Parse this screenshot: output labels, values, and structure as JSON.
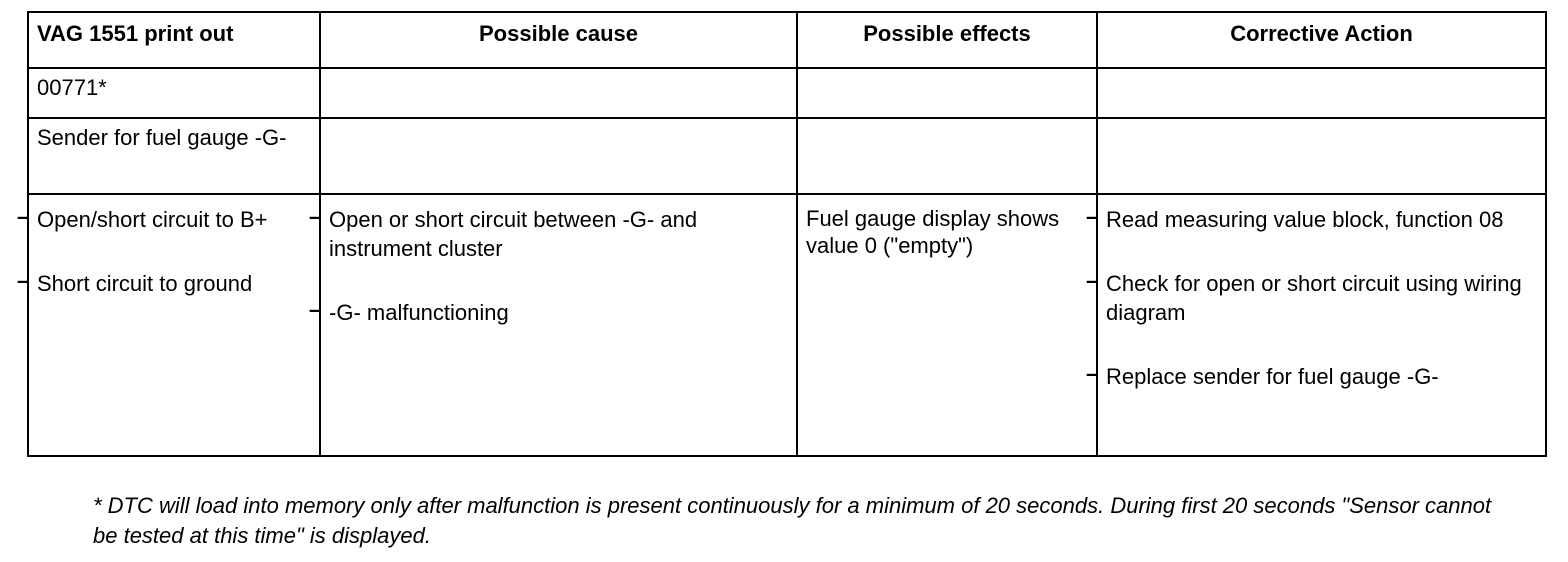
{
  "table": {
    "headers": {
      "printout": "VAG 1551 print out",
      "cause": "Possible cause",
      "effects": "Possible effects",
      "action": "Corrective Action"
    },
    "code": "00771*",
    "component": "Sender for fuel gauge -G-",
    "printout_items": [
      "Open/short circuit to B+",
      "Short circuit to ground"
    ],
    "cause_items": [
      "Open or short circuit between -G- and instrument cluster",
      "-G- malfunctioning"
    ],
    "effect_text": "Fuel gauge display shows value 0 (\"empty\")",
    "action_items": [
      "Read measuring value block, function 08",
      "Check for open or short circuit using wiring diagram",
      "Replace sender for fuel gauge -G-"
    ],
    "dash_symbol": "–"
  },
  "footnote": "* DTC will load into memory only after malfunction is present continuously for a minimum of 20 seconds. During first 20 seconds \"Sensor cannot be tested at this time\" is displayed."
}
